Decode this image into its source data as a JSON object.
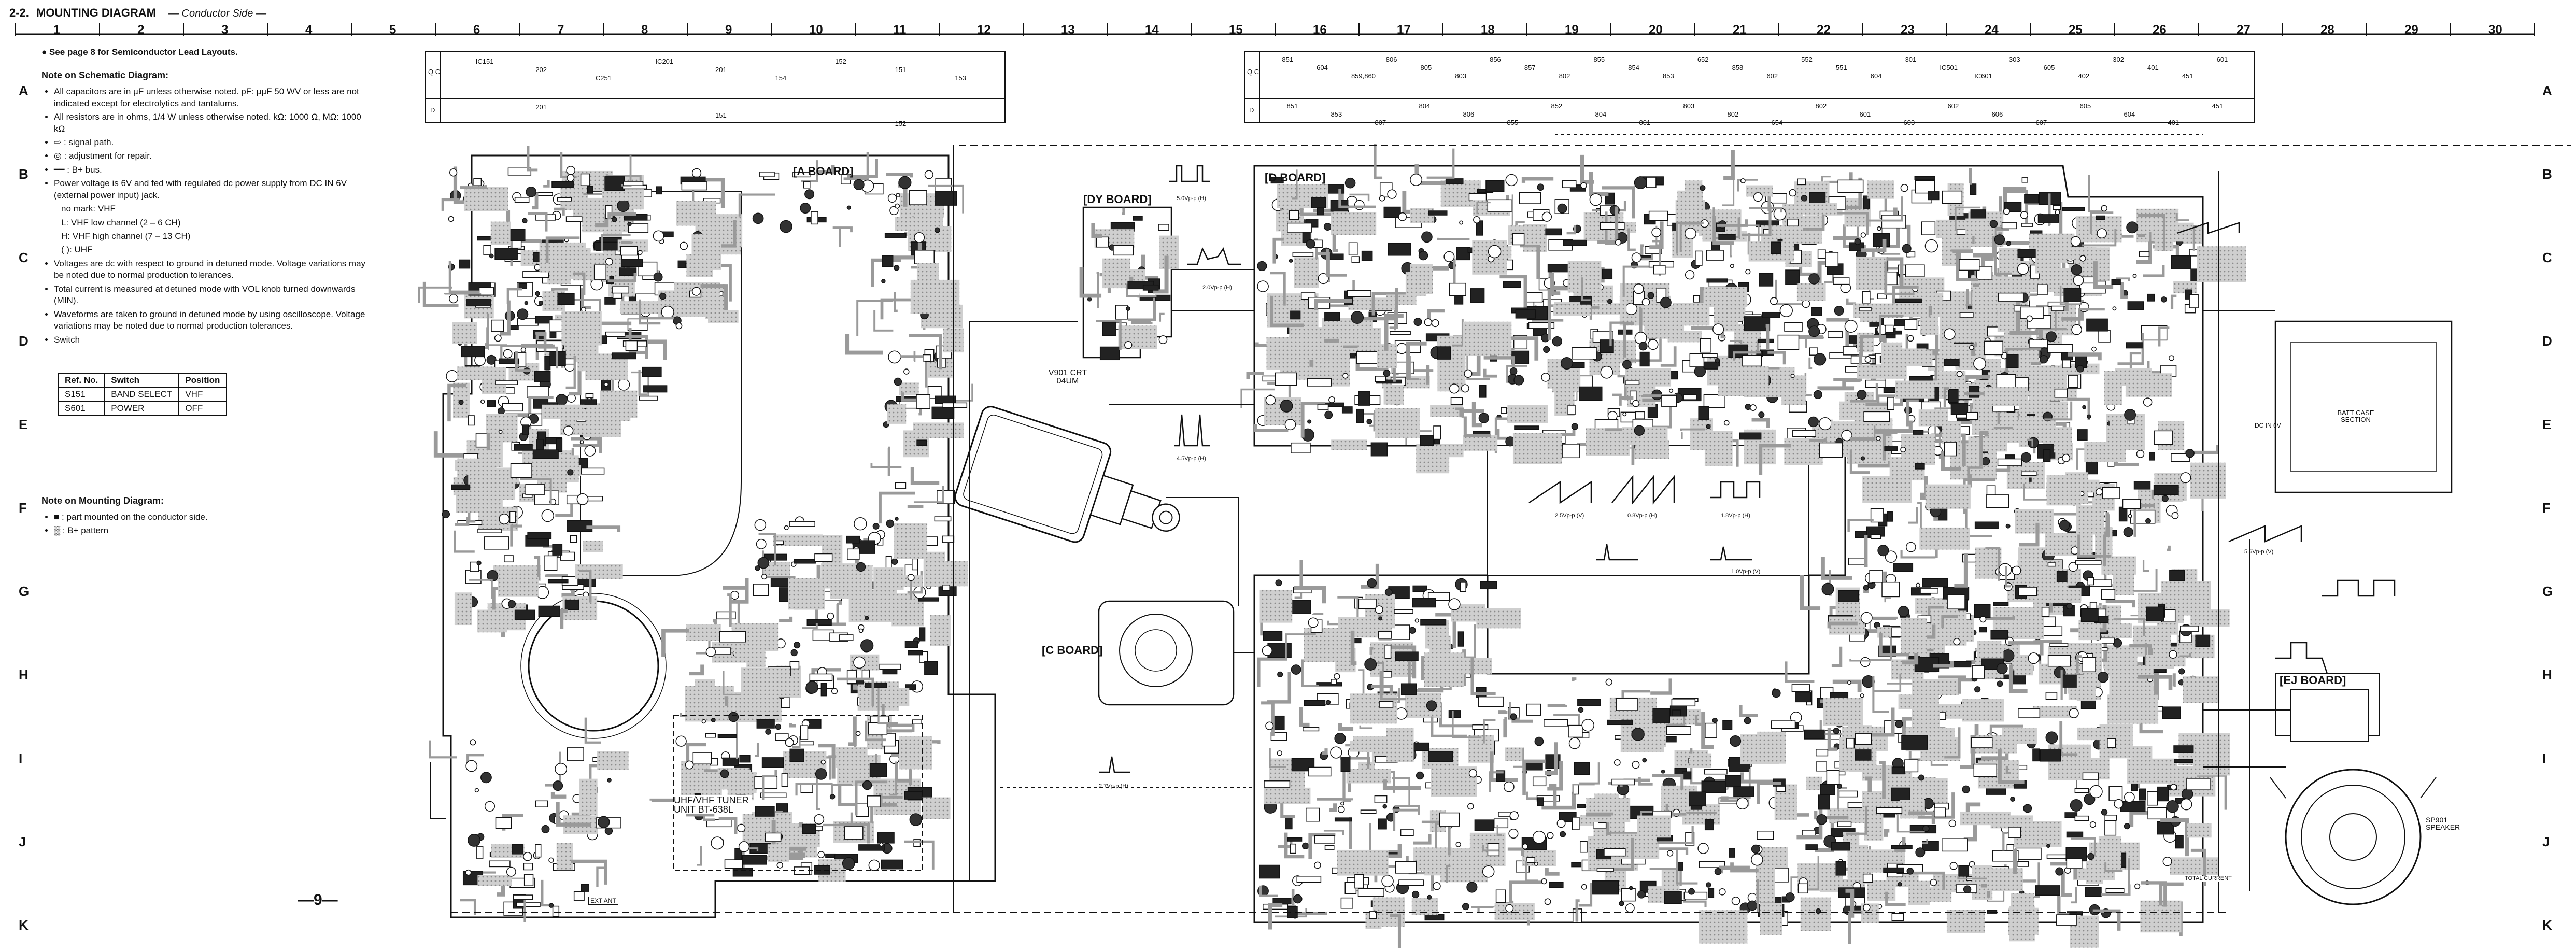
{
  "header": {
    "section": "2-2.",
    "title": "MOUNTING DIAGRAM",
    "subtitle": "— Conductor Side —"
  },
  "grid": {
    "columns": [
      "1",
      "2",
      "3",
      "4",
      "5",
      "6",
      "7",
      "8",
      "9",
      "10",
      "11",
      "12",
      "13",
      "14",
      "15",
      "16",
      "17",
      "18",
      "19",
      "20",
      "21",
      "22",
      "23",
      "24",
      "25",
      "26",
      "27",
      "28",
      "29",
      "30"
    ],
    "rows": [
      "A",
      "B",
      "C",
      "D",
      "E",
      "F",
      "G",
      "H",
      "I",
      "J",
      "K"
    ]
  },
  "notes": {
    "see_page": "See page 8 for Semiconductor Lead Layouts.",
    "schematic_heading": "Note on Schematic Diagram:",
    "schematic_items": [
      "All capacitors are in µF unless otherwise noted. pF: µµF 50 WV or less are not indicated except for electrolytics and tantalums.",
      "All resistors are in ohms, 1/4 W unless otherwise noted. kΩ: 1000 Ω, MΩ: 1000 kΩ",
      "⇨ : signal path.",
      "◎ : adjustment for repair.",
      "━━ : B+ bus.",
      "Power voltage is 6V and fed with regulated dc power supply from DC IN 6V (external power input) jack.",
      "no mark: VHF",
      "L: VHF low channel (2 – 6 CH)",
      "H: VHF high channel (7 – 13 CH)",
      "( ): UHF",
      "Voltages are dc with respect to ground in detuned mode. Voltage variations may be noted due to normal production tolerances.",
      "Total current is measured at detuned mode with VOL knob turned downwards (MIN).",
      "Waveforms are taken to ground in detuned mode by using oscilloscope. Voltage variations may be noted due to normal production tolerances.",
      "Switch"
    ],
    "switch_table": {
      "headers": [
        "Ref. No.",
        "Switch",
        "Position"
      ],
      "rows": [
        [
          "S151",
          "BAND SELECT",
          "VHF"
        ],
        [
          "S601",
          "POWER",
          "OFF"
        ]
      ]
    },
    "mounting_heading": "Note on Mounting Diagram:",
    "mounting_items": [
      "■ : part mounted on the conductor side.",
      "▒ : B+ pattern"
    ]
  },
  "boards": {
    "a_board": "[A BOARD]",
    "d_board": "[D BOARD]",
    "dy_board": "[DY BOARD]",
    "c_board": "[C BOARD]",
    "ej_board": "[EJ BOARD]",
    "crt": "V901 CRT 04UM",
    "tuner": "UHF/VHF TUNER UNIT BT-638L",
    "speaker": "SP901 SPEAKER",
    "batt_case": "BATT CASE SECTION",
    "dc_power": "DC IN 6V",
    "ext_ant": "EXT ANT",
    "total_current": "TOTAL CURRENT"
  },
  "index_bar_left": {
    "row_top_label": "Q C",
    "row_bottom_label": "D",
    "top_refs": [
      "IC151",
      "202",
      "C251",
      "IC201",
      "201",
      "154",
      "152",
      "151",
      "153"
    ],
    "bottom_refs": [
      "201",
      "151",
      "152"
    ]
  },
  "index_bar_right": {
    "row_top_label": "Q C",
    "row_bottom_label": "D",
    "top_refs": [
      "851",
      "604",
      "859,860",
      "806",
      "805",
      "803",
      "856",
      "857",
      "802",
      "855",
      "854",
      "853",
      "652",
      "858",
      "602",
      "552",
      "551",
      "604",
      "301",
      "IC501",
      "IC601",
      "303",
      "605",
      "402",
      "302",
      "401",
      "451",
      "601"
    ],
    "bottom_refs": [
      "851",
      "853",
      "807",
      "804",
      "806",
      "855",
      "852",
      "804",
      "801",
      "803",
      "802",
      "654",
      "802",
      "601",
      "603",
      "602",
      "606",
      "607",
      "605",
      "604",
      "401",
      "451"
    ]
  },
  "waveforms": [
    "5.0Vp-p (H)",
    "2.0Vp-p (H)",
    "4.5Vp-p (H)",
    "2.5Vp-p (V)",
    "0.8Vp-p (H)",
    "1.8Vp-p (H)",
    "1.0Vp-p (V)",
    "2.7Vp-p (H)",
    "5.6Vp-p (V)"
  ],
  "page_number": "—9—",
  "colors": {
    "ink": "#111111",
    "paper": "#ffffff",
    "pattern_gray": "#b8b8b8"
  }
}
